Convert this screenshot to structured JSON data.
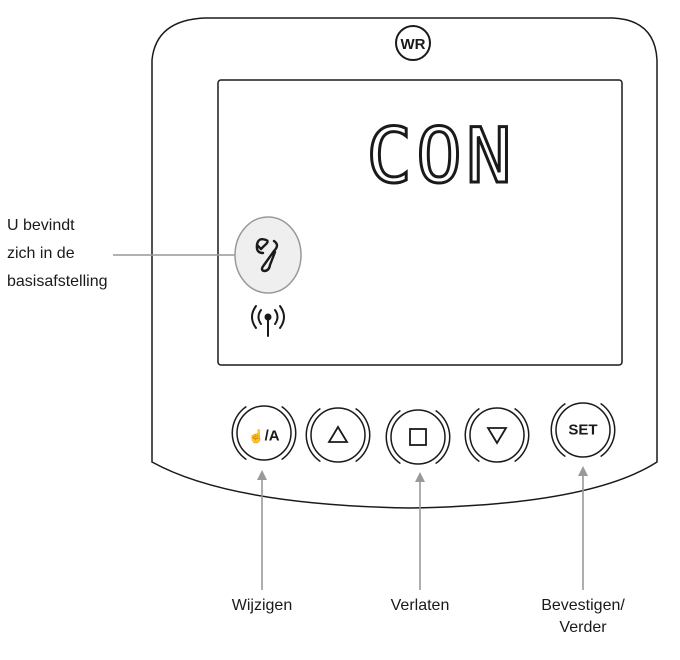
{
  "device": {
    "logo_text": "WR",
    "display": {
      "main_text": "CON",
      "icons": [
        "wrench-icon",
        "wireless-signal-icon"
      ]
    },
    "buttons": [
      {
        "name": "hand-auto-button",
        "label": "/A",
        "icon": "hand-icon"
      },
      {
        "name": "up-button",
        "label": "",
        "icon": "triangle-up-icon"
      },
      {
        "name": "square-button",
        "label": "",
        "icon": "square-icon"
      },
      {
        "name": "down-button",
        "label": "",
        "icon": "triangle-down-icon"
      },
      {
        "name": "set-button",
        "label": "SET",
        "icon": ""
      }
    ]
  },
  "annotations": {
    "wrench_note": [
      "U bevindt",
      "zich in de",
      "basisafstelling"
    ],
    "bottom": [
      {
        "lines": [
          "Wijzigen"
        ]
      },
      {
        "lines": [
          "Verlaten"
        ]
      },
      {
        "lines": [
          "Bevestigen/",
          "Verder"
        ]
      }
    ]
  },
  "colors": {
    "outline": "#1a1a1a",
    "callout": "#999999",
    "highlight_fill": "#efefef"
  }
}
